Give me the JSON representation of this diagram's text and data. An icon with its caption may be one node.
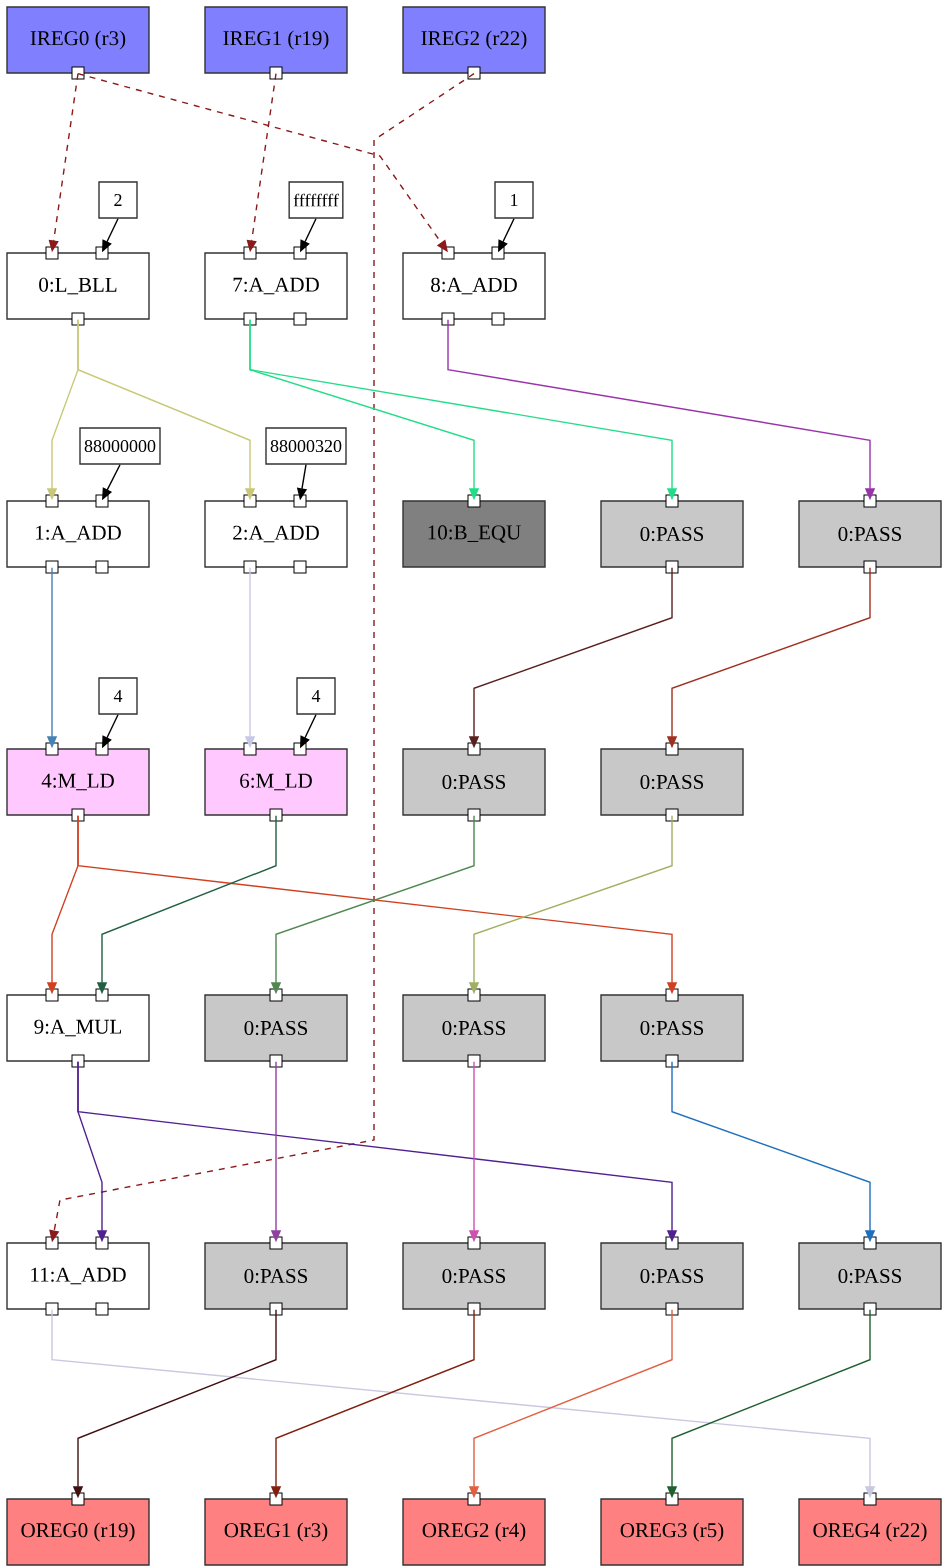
{
  "diagram": {
    "nodes": [
      {
        "text": [
          "IREG0 (r3)"
        ]
      },
      {
        "text": [
          "IREG1 (r19)"
        ]
      },
      {
        "text": [
          "IREG2 (r22)"
        ]
      },
      {
        "text": [
          "2"
        ]
      },
      {
        "text": [
          "ffffffff"
        ]
      },
      {
        "text": [
          "1"
        ]
      },
      {
        "text": [
          "0:L_BLL"
        ]
      },
      {
        "text": [
          "7:A_ADD"
        ]
      },
      {
        "text": [
          "8:A_ADD"
        ]
      },
      {
        "text": [
          "88000000"
        ]
      },
      {
        "text": [
          "88000320"
        ]
      },
      {
        "text": [
          "1:A_ADD"
        ]
      },
      {
        "text": [
          "2:A_ADD"
        ]
      },
      {
        "text": [
          "10:B_EQU"
        ]
      },
      {
        "text": [
          "0:PASS"
        ]
      },
      {
        "text": [
          "0:PASS"
        ]
      },
      {
        "text": [
          "4"
        ]
      },
      {
        "text": [
          "4"
        ]
      },
      {
        "text": [
          "4:M_LD"
        ]
      },
      {
        "text": [
          "6:M_LD"
        ]
      },
      {
        "text": [
          "0:PASS"
        ]
      },
      {
        "text": [
          "0:PASS"
        ]
      },
      {
        "text": [
          "9:A_MUL"
        ]
      },
      {
        "text": [
          "0:PASS"
        ]
      },
      {
        "text": [
          "0:PASS"
        ]
      },
      {
        "text": [
          "0:PASS"
        ]
      },
      {
        "text": [
          "11:A_ADD"
        ]
      },
      {
        "text": [
          "0:PASS"
        ]
      },
      {
        "text": [
          "0:PASS"
        ]
      },
      {
        "text": [
          "0:PASS"
        ]
      },
      {
        "text": [
          "0:PASS"
        ]
      },
      {
        "text": [
          "OREG0 (r19)"
        ]
      },
      {
        "text": [
          "OREG1 (r3)"
        ]
      },
      {
        "text": [
          "OREG2 (r4)"
        ]
      },
      {
        "text": [
          "OREG3 (r5)"
        ]
      },
      {
        "text": [
          "OREG4 (r22)"
        ]
      }
    ],
    "edges": [
      {
        "from": 0,
        "to": 6,
        "arrow": "to",
        "style": "dashed",
        "color": "#8b1a1a"
      },
      {
        "from": 0,
        "to": 8,
        "arrow": "to",
        "style": "dashed",
        "color": "#8b1a1a"
      },
      {
        "from": 1,
        "to": 7,
        "arrow": "to",
        "style": "dashed",
        "color": "#8b1a1a"
      },
      {
        "from": 2,
        "to": 26,
        "arrow": "to",
        "style": "dashed",
        "color": "#8b1a1a"
      },
      {
        "from": 3,
        "to": 6,
        "arrow": "to"
      },
      {
        "from": 4,
        "to": 7,
        "arrow": "to"
      },
      {
        "from": 5,
        "to": 8,
        "arrow": "to"
      },
      {
        "from": 6,
        "to": 11,
        "arrow": "to",
        "color": "#c8c878"
      },
      {
        "from": 6,
        "to": 12,
        "arrow": "to",
        "color": "#c8c878"
      },
      {
        "from": 9,
        "to": 11,
        "arrow": "to"
      },
      {
        "from": 10,
        "to": 12,
        "arrow": "to"
      },
      {
        "from": 7,
        "to": 13,
        "arrow": "to",
        "color": "#22dd88"
      },
      {
        "from": 7,
        "to": 14,
        "arrow": "to",
        "color": "#22dd88"
      },
      {
        "from": 8,
        "to": 15,
        "arrow": "to",
        "color": "#9933aa"
      },
      {
        "from": 11,
        "to": 18,
        "arrow": "to",
        "color": "#4682b4"
      },
      {
        "from": 12,
        "to": 19,
        "arrow": "to",
        "color": "#c8c8e8"
      },
      {
        "from": 16,
        "to": 18,
        "arrow": "to"
      },
      {
        "from": 17,
        "to": 19,
        "arrow": "to"
      },
      {
        "from": 14,
        "to": 20,
        "arrow": "to",
        "color": "#5a2020"
      },
      {
        "from": 15,
        "to": 21,
        "arrow": "to",
        "color": "#a03020"
      },
      {
        "from": 18,
        "to": 22,
        "arrow": "to",
        "color": "#d04020"
      },
      {
        "from": 18,
        "to": 25,
        "arrow": "to",
        "color": "#d04020"
      },
      {
        "from": 19,
        "to": 22,
        "arrow": "to",
        "color": "#206040"
      },
      {
        "from": 20,
        "to": 23,
        "arrow": "to",
        "color": "#508850"
      },
      {
        "from": 21,
        "to": 24,
        "arrow": "to",
        "color": "#a0b060"
      },
      {
        "from": 22,
        "to": 26,
        "arrow": "to",
        "color": "#502090"
      },
      {
        "from": 22,
        "to": 29,
        "arrow": "to",
        "color": "#502090"
      },
      {
        "from": 23,
        "to": 27,
        "arrow": "to",
        "color": "#9040a0"
      },
      {
        "from": 24,
        "to": 28,
        "arrow": "to",
        "color": "#d050b0"
      },
      {
        "from": 25,
        "to": 30,
        "arrow": "to",
        "color": "#1f6fbf"
      },
      {
        "from": 26,
        "to": 35,
        "arrow": "to",
        "color": "#c8c8e0"
      },
      {
        "from": 27,
        "to": 31,
        "arrow": "to",
        "color": "#401010"
      },
      {
        "from": 28,
        "to": 32,
        "arrow": "to",
        "color": "#802010"
      },
      {
        "from": 29,
        "to": 33,
        "arrow": "to",
        "color": "#e06040"
      },
      {
        "from": 30,
        "to": 34,
        "arrow": "to",
        "color": "#206030"
      }
    ]
  }
}
